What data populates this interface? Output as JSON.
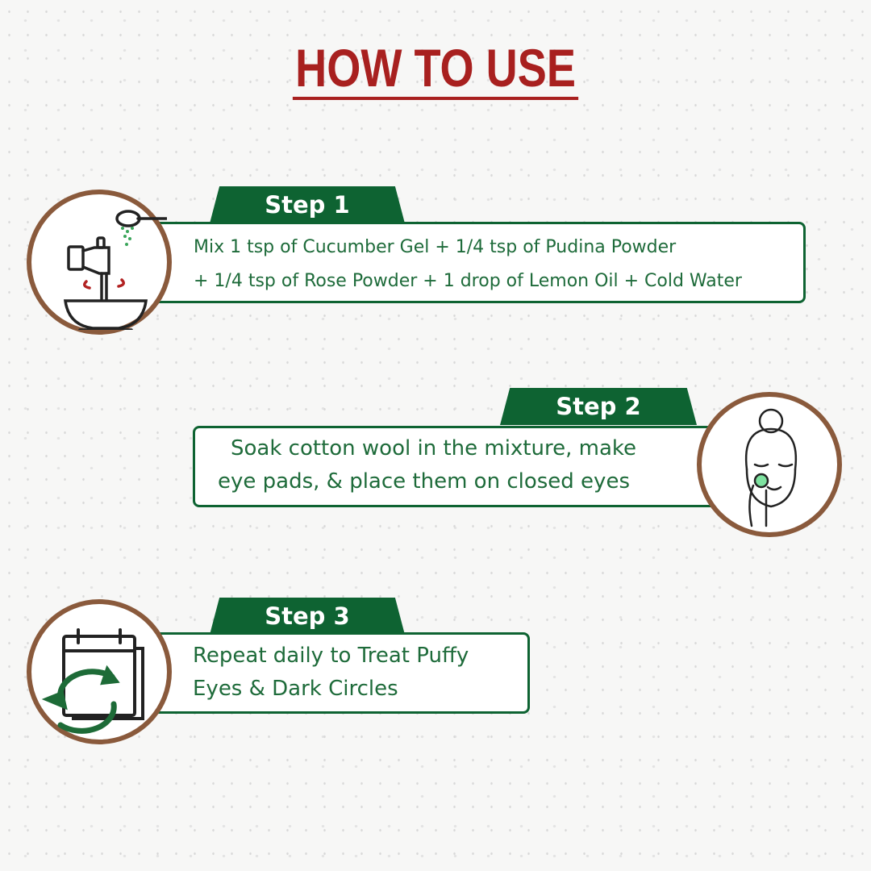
{
  "title": "HOW TO USE",
  "steps": [
    {
      "label": "Step 1",
      "lines": [
        "Mix 1 tsp of Cucumber Gel + 1/4 tsp of Pudina Powder",
        "+ 1/4 tsp of Rose Powder + 1 drop of Lemon Oil + Cold Water"
      ],
      "icon": "mixing-bowl-icon"
    },
    {
      "label": "Step 2",
      "lines": [
        "Soak cotton wool in the mixture, make",
        "eye pads, & place them on closed eyes"
      ],
      "icon": "face-eye-pad-icon"
    },
    {
      "label": "Step 3",
      "lines": [
        "Repeat daily to Treat Puffy",
        "Eyes & Dark Circles"
      ],
      "icon": "calendar-repeat-icon"
    }
  ],
  "colors": {
    "title": "#a8201f",
    "green": "#0e6332",
    "brown": "#8a5a3c"
  }
}
